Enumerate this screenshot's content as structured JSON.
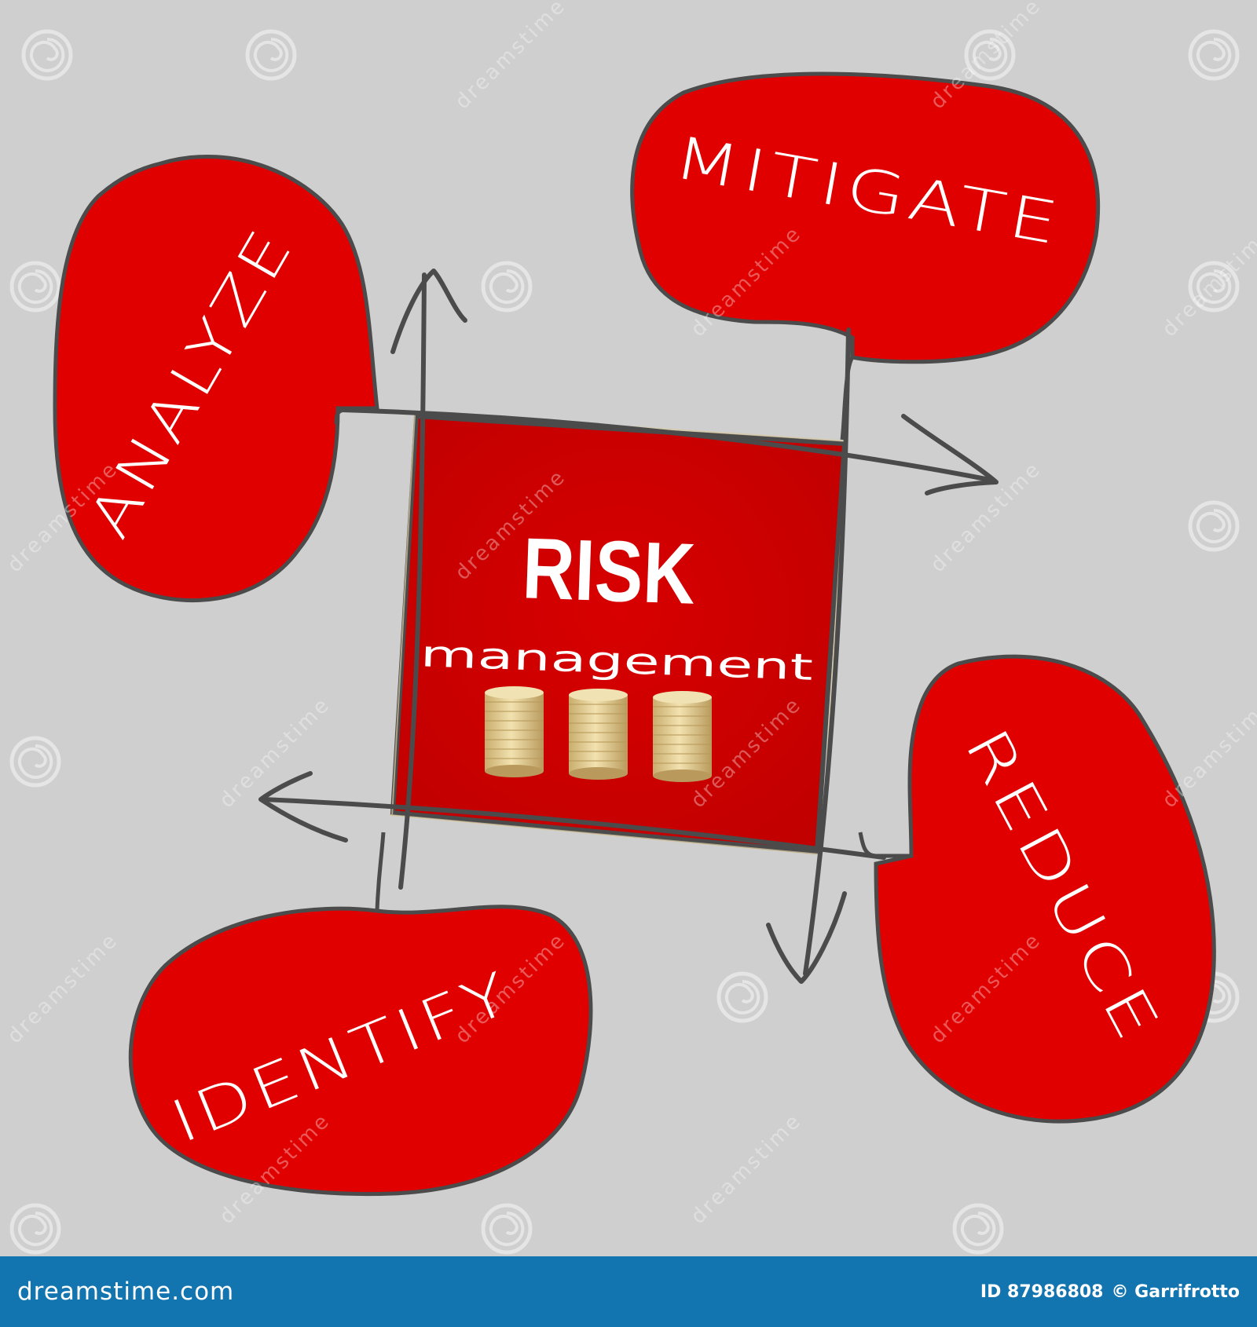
{
  "center": {
    "title": "RISK",
    "subtitle": "management"
  },
  "steps": [
    {
      "id": "analyze",
      "label": "ANALYZE"
    },
    {
      "id": "mitigate",
      "label": "MITIGATE"
    },
    {
      "id": "reduce",
      "label": "REDUCE"
    },
    {
      "id": "identify",
      "label": "IDENTIFY"
    }
  ],
  "watermark": {
    "text": "dreamstime"
  },
  "footer": {
    "logo": "dreamstime.com",
    "image_id": "ID 87986808",
    "credit": "© Garrifrotto"
  },
  "colors": {
    "background": "#cfcfcf",
    "blob_red": "#e00000",
    "outline": "#4b4b4b",
    "footer_bar": "#1375b0",
    "coin": "#e6cf95"
  },
  "icons": [
    "coin-stack-icon",
    "coin-stack-icon",
    "coin-stack-icon",
    "spiral-watermark-icon"
  ]
}
